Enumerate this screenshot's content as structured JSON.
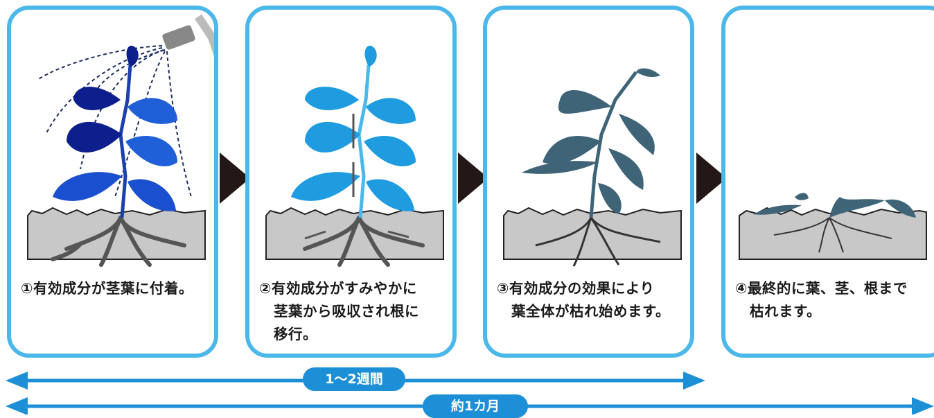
{
  "steps": [
    {
      "caption": "①有効成分が茎葉に付着。"
    },
    {
      "caption": "②有効成分がすみやかに\n　茎葉から吸収され根に\n　移行。"
    },
    {
      "caption": "③有効成分の効果により\n　葉全体が枯れ始めます。"
    },
    {
      "caption": "④最終的に葉、茎、根まで\n　枯れます。"
    }
  ],
  "timeline": {
    "short_label": "1〜2週間",
    "long_label": "約1カ月"
  },
  "colors": {
    "panel_border": "#4cb8ea",
    "leaf_dark": "#0d1f8c",
    "leaf_light": "#1f9be0",
    "leaf_wither": "#3f6478",
    "soil": "#c8c8c8",
    "arrow_blue": "#1d8fd6"
  }
}
